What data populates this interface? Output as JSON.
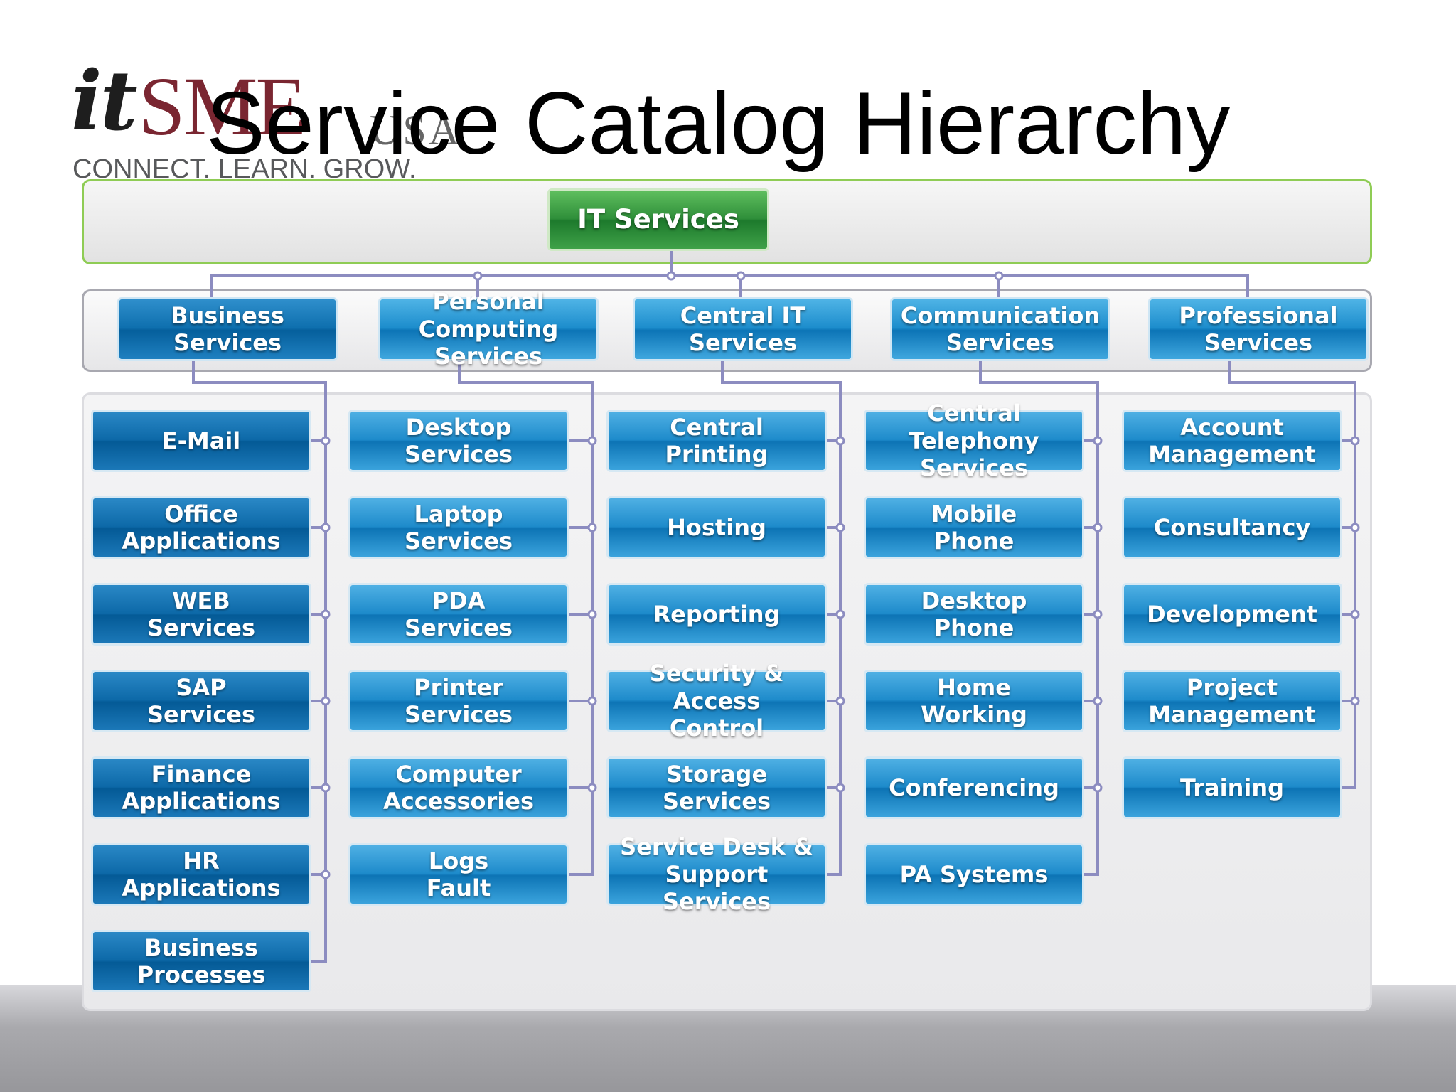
{
  "logo": {
    "it": "it",
    "sme": "SME",
    "usa": "USA",
    "tagline": "CONNECT. LEARN. GROW."
  },
  "title": "Service Catalog Hierarchy",
  "root": {
    "label": "IT Services"
  },
  "columns": [
    {
      "category": "Business\nServices",
      "items": [
        "E-Mail",
        "Office\nApplications",
        "WEB\nServices",
        "SAP\nServices",
        "Finance\nApplications",
        "HR\nApplications",
        "Business\nProcesses"
      ]
    },
    {
      "category": "Personal Computing\nServices",
      "items": [
        "Desktop\nServices",
        "Laptop\nServices",
        "PDA\nServices",
        "Printer\nServices",
        "Computer\nAccessories",
        "Logs\nFault"
      ]
    },
    {
      "category": "Central IT\nServices",
      "items": [
        "Central\nPrinting",
        "Hosting",
        "Reporting",
        "Security & Access\nControl",
        "Storage\nServices",
        "Service Desk &\nSupport Services"
      ]
    },
    {
      "category": "Communication\nServices",
      "items": [
        "Central Telephony\nServices",
        "Mobile\nPhone",
        "Desktop\nPhone",
        "Home\nWorking",
        "Conferencing",
        "PA Systems"
      ]
    },
    {
      "category": "Professional\nServices",
      "items": [
        "Account\nManagement",
        "Consultancy",
        "Development",
        "Project\nManagement",
        "Training"
      ]
    }
  ],
  "colors": {
    "connector": "#8c8cc0",
    "root_green": "#2f8f3a",
    "box_blue": "#1c8ccc",
    "box_dark_blue": "#0e6fae",
    "logo_red": "#7a2631"
  }
}
